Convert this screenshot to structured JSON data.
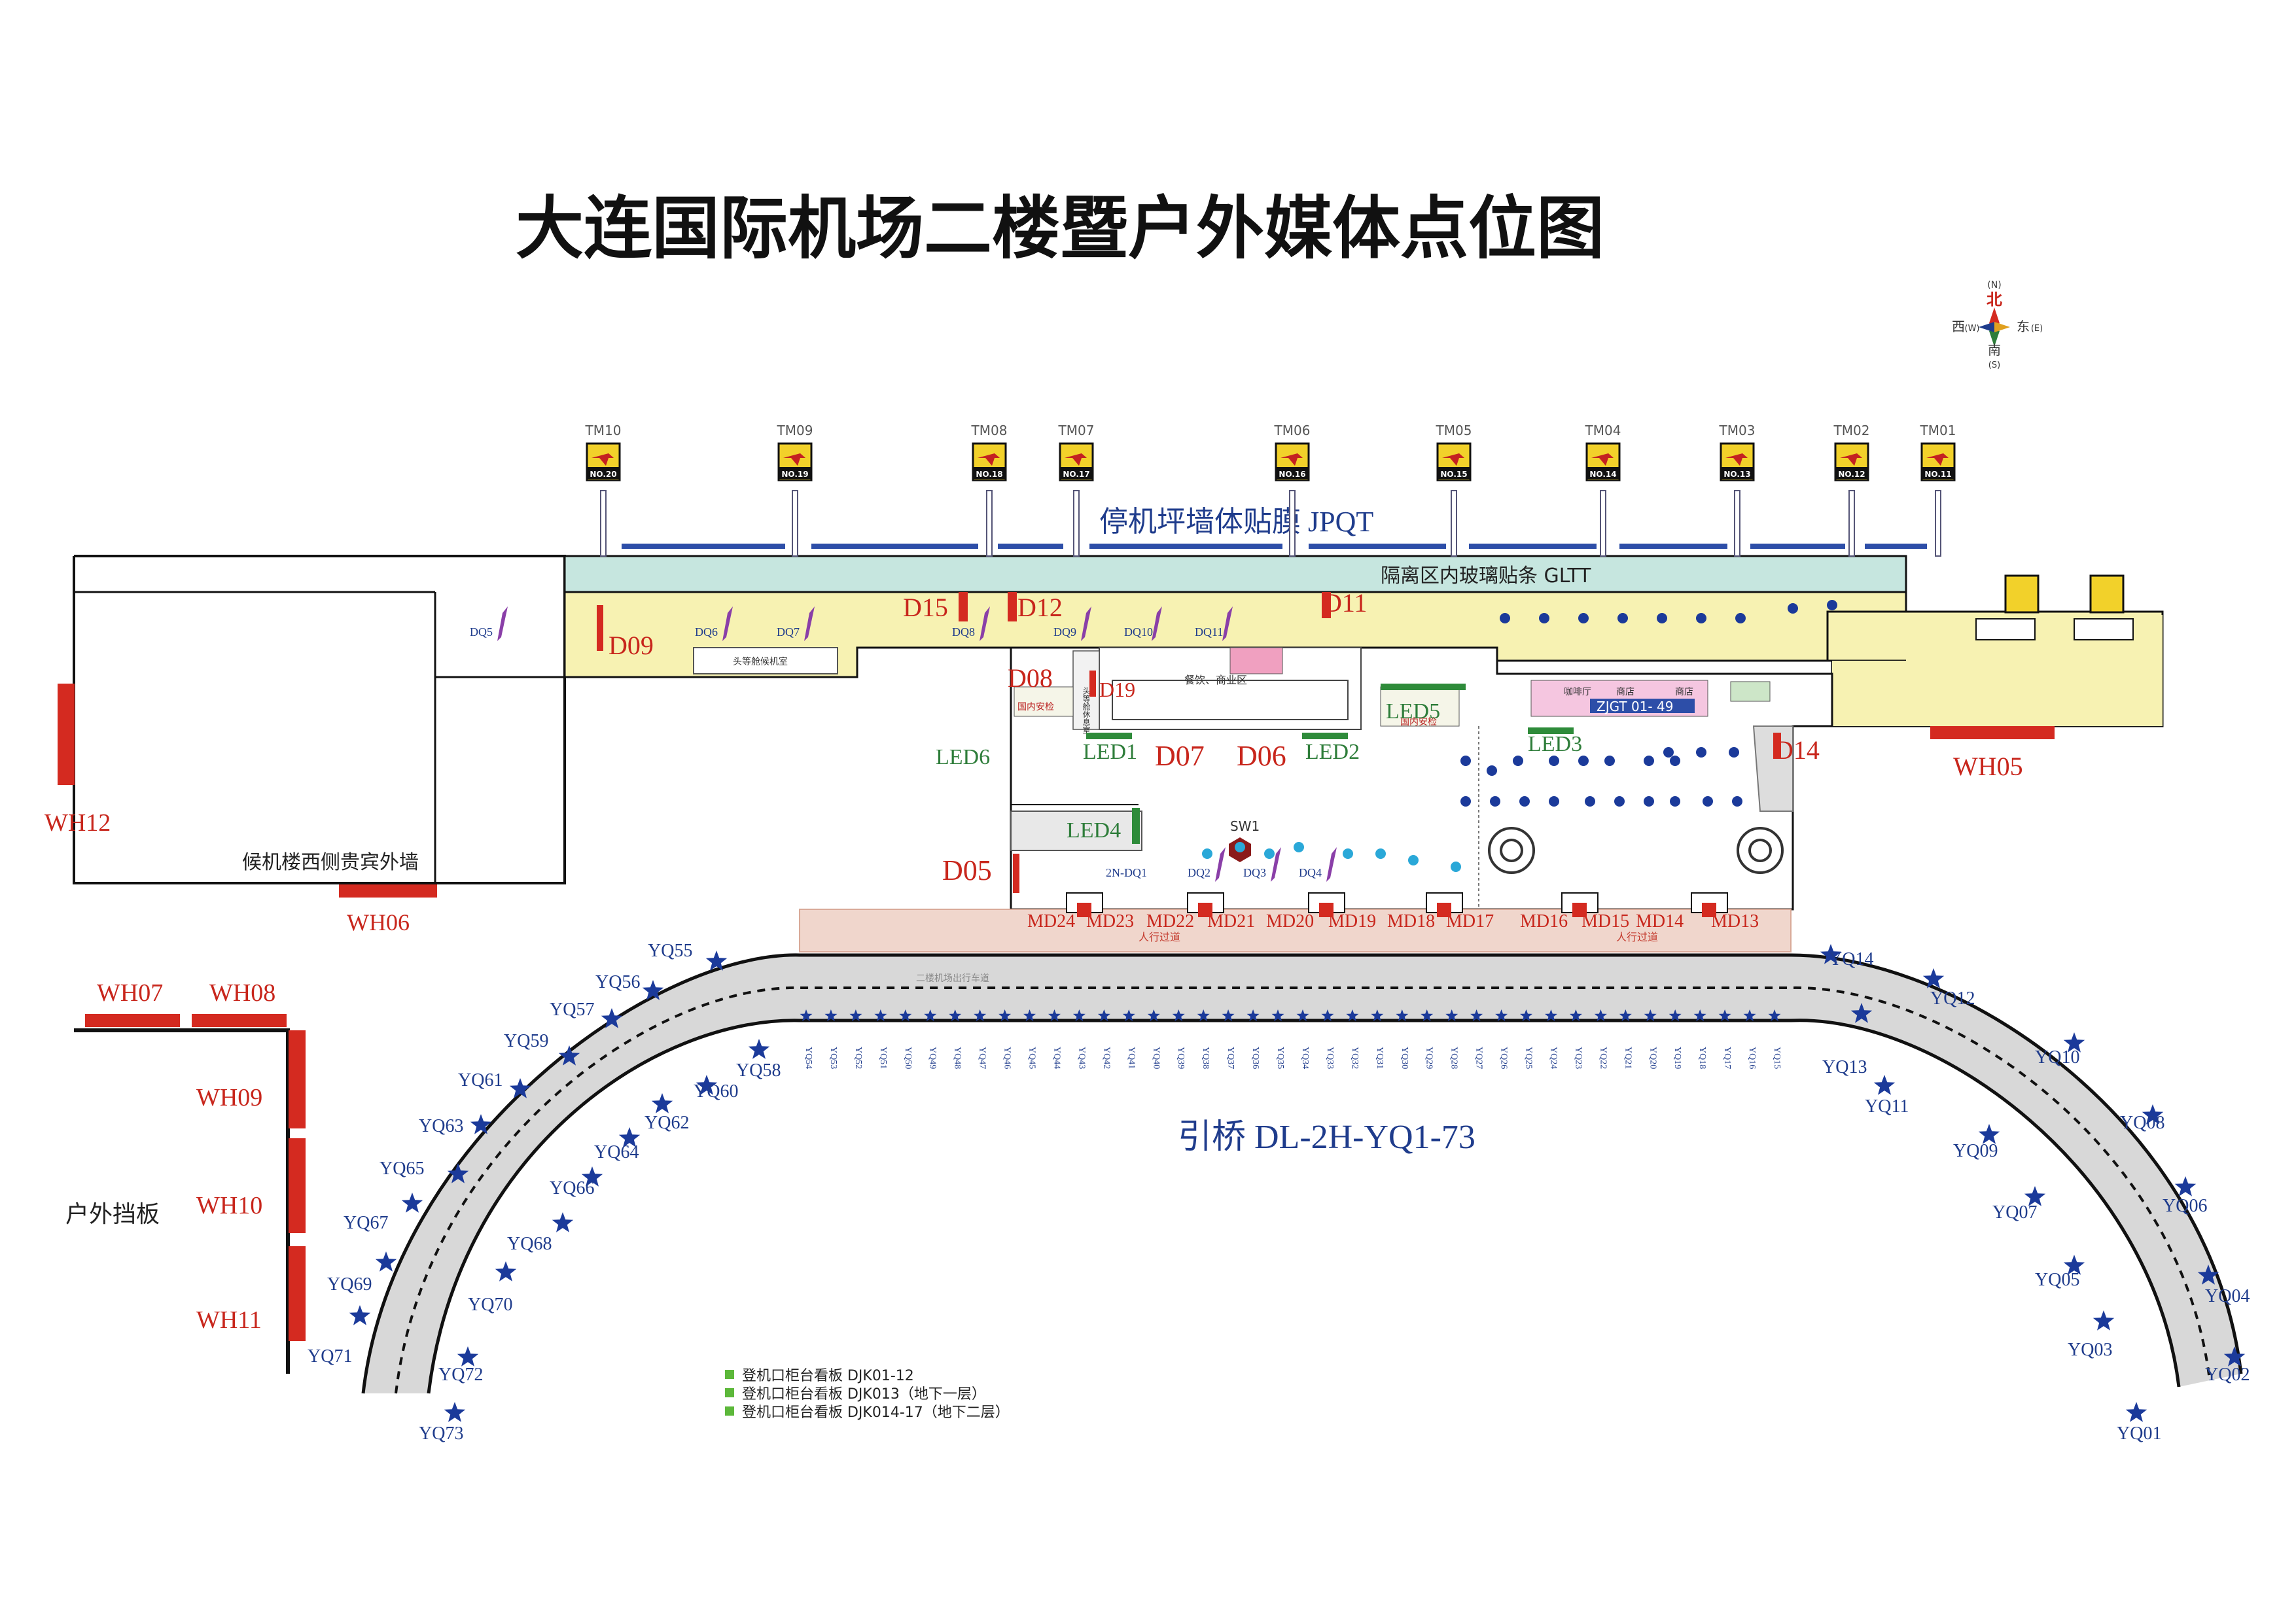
{
  "title": "大连国际机场二楼暨户外媒体点位图",
  "compass": {
    "north": "北",
    "north_en": "(N)",
    "south": "南",
    "south_en": "(S)",
    "west": "西",
    "west_en": "(W)",
    "east": "东",
    "east_en": "(E)"
  },
  "gates": [
    {
      "code": "TM10",
      "no": "NO.20"
    },
    {
      "code": "TM09",
      "no": "NO.19"
    },
    {
      "code": "TM08",
      "no": "NO.18"
    },
    {
      "code": "TM07",
      "no": "NO.17"
    },
    {
      "code": "TM06",
      "no": "NO.16"
    },
    {
      "code": "TM05",
      "no": "NO.15"
    },
    {
      "code": "TM04",
      "no": "NO.14"
    },
    {
      "code": "TM03",
      "no": "NO.13"
    },
    {
      "code": "TM02",
      "no": "NO.12"
    },
    {
      "code": "TM01",
      "no": "NO.11"
    }
  ],
  "labels": {
    "jpqt": "停机坪墙体贴膜 JPQT",
    "gltt": "隔离区内玻璃贴条 GLTT",
    "west_wall": "候机楼西侧贵宾外墙",
    "outdoor_board": "户外挡板",
    "bridge": "引桥 DL-2H-YQ1-73",
    "zjgt": "ZJGT 01- 49",
    "sw1": "SW1",
    "dq_2n": "2N-DQ1",
    "lane": "二楼机场出行车道",
    "walkway": "人行过道",
    "domestic_check": "国内安检",
    "domestic_check2": "国内安检",
    "lounge": "头等舱休息室",
    "dining": "餐饮、商业区",
    "cafe": "咖啡厅",
    "shop": "商店",
    "shop2": "商店",
    "vip": "头等舱候机室"
  },
  "wh": [
    "WH05",
    "WH06",
    "WH07",
    "WH08",
    "WH09",
    "WH10",
    "WH11",
    "WH12"
  ],
  "d_labels": [
    "D05",
    "D06",
    "D07",
    "D08",
    "D09",
    "D11",
    "D12",
    "D14",
    "D15",
    "D19"
  ],
  "led_labels": [
    "LED1",
    "LED2",
    "LED3",
    "LED4",
    "LED5",
    "LED6"
  ],
  "dq_labels": [
    "DQ2",
    "DQ3",
    "DQ4",
    "DQ5",
    "DQ6",
    "DQ7",
    "DQ8",
    "DQ9",
    "DQ10",
    "DQ11"
  ],
  "md_labels": [
    "MD13",
    "MD14",
    "MD15",
    "MD16",
    "MD17",
    "MD18",
    "MD19",
    "MD20",
    "MD21",
    "MD22",
    "MD23",
    "MD24"
  ],
  "yq_outer": [
    "YQ01",
    "YQ02",
    "YQ03",
    "YQ04",
    "YQ05",
    "YQ06",
    "YQ07",
    "YQ08",
    "YQ09",
    "YQ10",
    "YQ11",
    "YQ12",
    "YQ13",
    "YQ14",
    "YQ55",
    "YQ56",
    "YQ57",
    "YQ58",
    "YQ59",
    "YQ60",
    "YQ61",
    "YQ62",
    "YQ63",
    "YQ64",
    "YQ65",
    "YQ66",
    "YQ67",
    "YQ68",
    "YQ69",
    "YQ70",
    "YQ71",
    "YQ72",
    "YQ73"
  ],
  "yq_row": [
    "YQ54",
    "YQ53",
    "YQ52",
    "YQ51",
    "YQ50",
    "YQ49",
    "YQ48",
    "YQ47",
    "YQ46",
    "YQ45",
    "YQ44",
    "YQ43",
    "YQ42",
    "YQ41",
    "YQ40",
    "YQ39",
    "YQ38",
    "YQ37",
    "YQ36",
    "YQ35",
    "YQ34",
    "YQ33",
    "YQ32",
    "YQ31",
    "YQ30",
    "YQ29",
    "YQ28",
    "YQ27",
    "YQ26",
    "YQ25",
    "YQ24",
    "YQ23",
    "YQ22",
    "YQ21",
    "YQ20",
    "YQ19",
    "YQ18",
    "YQ17",
    "YQ16",
    "YQ15"
  ],
  "legend": [
    "登机口柜台看板 DJK01-12",
    "登机口柜台看板 DJK013（地下一层）",
    "登机口柜台看板 DJK014-17（地下二层）"
  ],
  "colors": {
    "accent": "#d42a20",
    "terminal": "#f7f2b2",
    "glass": "#c6e6df",
    "blue": "#1f3c8c",
    "green": "#2e8b3a",
    "star": "#1b3a9a"
  }
}
